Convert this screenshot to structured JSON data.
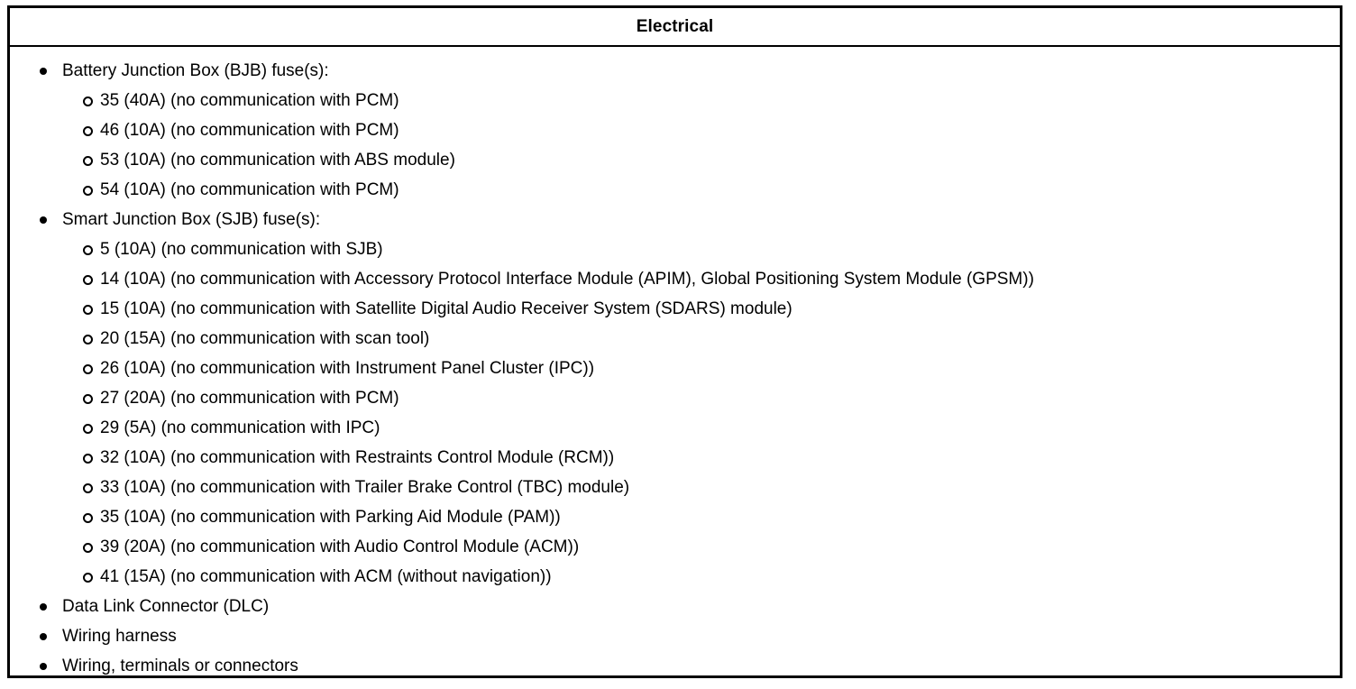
{
  "header": {
    "title": "Electrical"
  },
  "colors": {
    "border": "#000000",
    "text": "#000000",
    "background": "#ffffff"
  },
  "content": {
    "groups": [
      {
        "label": "Battery Junction Box (BJB) fuse(s):",
        "bullet": "filled-circle-bullet",
        "children": [
          "35 (40A) (no communication with PCM)",
          "46 (10A) (no communication with PCM)",
          "53 (10A) (no communication with ABS module)",
          "54 (10A) (no communication with PCM)"
        ]
      },
      {
        "label": "Smart Junction Box (SJB) fuse(s):",
        "bullet": "filled-circle-bullet",
        "children": [
          "5 (10A) (no communication with SJB)",
          "14 (10A) (no communication with Accessory Protocol Interface Module (APIM), Global Positioning System Module (GPSM))",
          "15 (10A) (no communication with Satellite Digital Audio Receiver System (SDARS) module)",
          "20 (15A) (no communication with scan tool)",
          "26 (10A) (no communication with Instrument Panel Cluster (IPC))",
          "27 (20A) (no communication with PCM)",
          "29 (5A) (no communication with IPC)",
          "32 (10A) (no communication with Restraints Control Module (RCM))",
          "33 (10A) (no communication with Trailer Brake Control (TBC) module)",
          "35 (10A) (no communication with Parking Aid Module (PAM))",
          "39 (20A) (no communication with Audio Control Module (ACM))",
          "41 (15A) (no communication with ACM (without navigation))"
        ]
      },
      {
        "label": "Data Link Connector (DLC)",
        "bullet": "filled-circle-bullet",
        "children": []
      },
      {
        "label": "Wiring harness",
        "bullet": "filled-circle-bullet",
        "children": []
      },
      {
        "label": "Wiring, terminals or connectors",
        "bullet": "filled-circle-bullet",
        "children": []
      }
    ]
  }
}
